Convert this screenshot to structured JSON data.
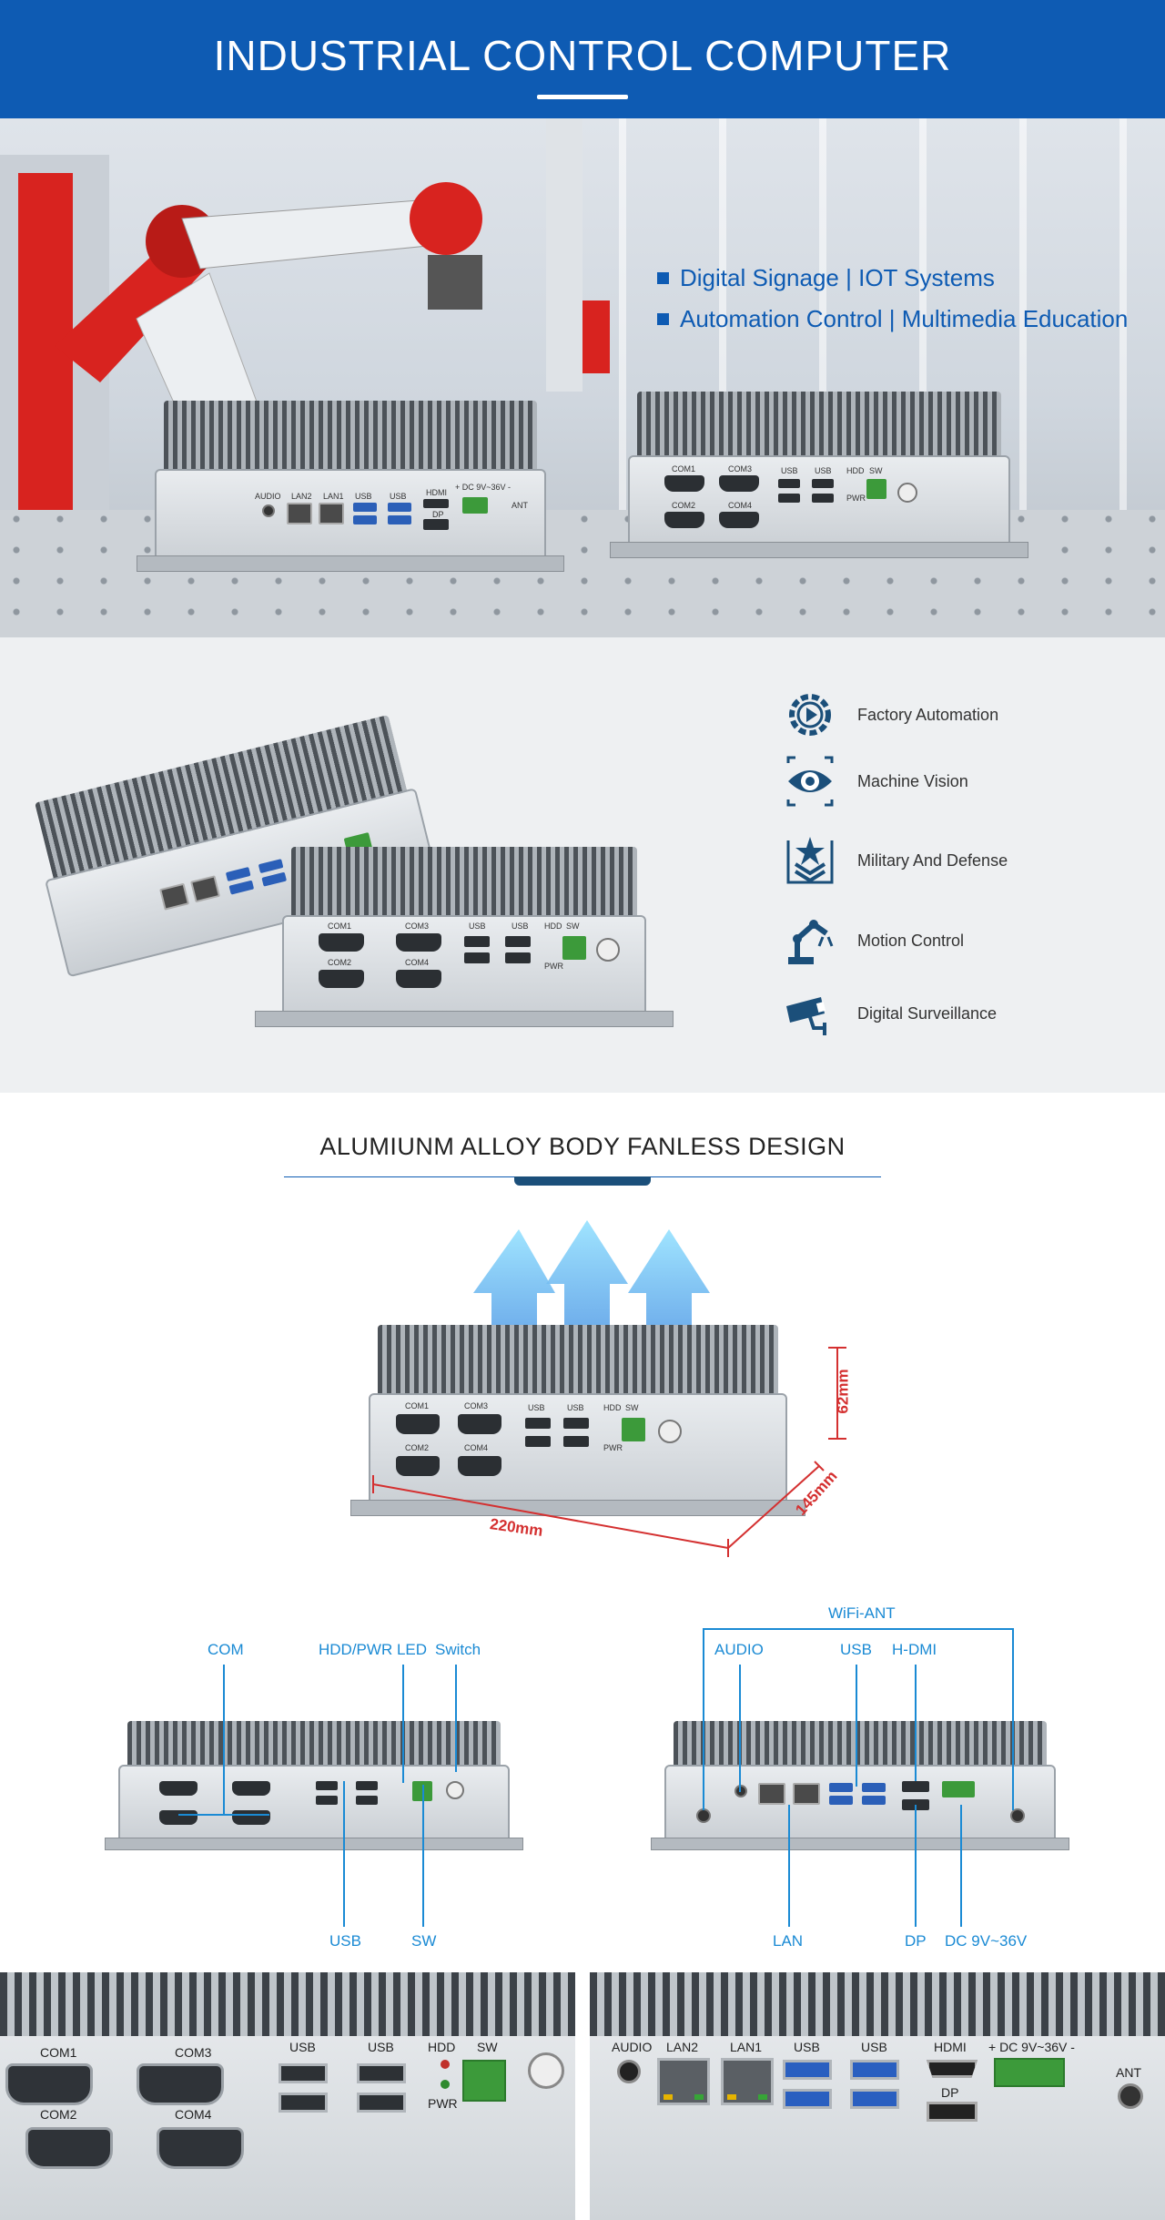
{
  "header": {
    "title": "INDUSTRIAL CONTROL COMPUTER"
  },
  "hero": {
    "features": [
      "Digital Signage | IOT Systems",
      "Automation Control | Multimedia Education"
    ],
    "front_device_labels": {
      "audio": "AUDIO",
      "lan2": "LAN2",
      "lan1": "LAN1",
      "usb_a": "USB",
      "usb_b": "USB",
      "hdmi": "HDMI",
      "dp": "DP",
      "dc": "+ DC  9V~36V  -",
      "ant": "ANT"
    },
    "rear_device_labels": {
      "com1": "COM1",
      "com2": "COM2",
      "com3": "COM3",
      "com4": "COM4",
      "usb_a": "USB",
      "usb_b": "USB",
      "hdd": "HDD",
      "pwr": "PWR",
      "sw": "SW"
    }
  },
  "applications": [
    {
      "label": "Factory Automation",
      "icon": "gear-play-icon"
    },
    {
      "label": "Machine Vision",
      "icon": "eye-icon"
    },
    {
      "label": "Military And Defense",
      "icon": "military-badge-icon"
    },
    {
      "label": "Motion Control",
      "icon": "robot-arm-icon"
    },
    {
      "label": "Digital Surveillance",
      "icon": "cctv-camera-icon"
    }
  ],
  "design": {
    "title": "ALUMIUNM ALLOY BODY FANLESS DESIGN",
    "dim_width": "220mm",
    "dim_depth": "145mm",
    "dim_height": "62mm"
  },
  "callouts_left": {
    "com": "COM",
    "hdd_pwr": "HDD/PWR LED",
    "switch": "Switch",
    "usb": "USB",
    "sw": "SW"
  },
  "callouts_right": {
    "wifi": "WiFi-ANT",
    "audio": "AUDIO",
    "usb": "USB",
    "hdmi": "H-DMI",
    "lan": "LAN",
    "dp": "DP",
    "dc": "DC 9V~36V"
  },
  "closeup_left": {
    "com1": "COM1",
    "com2": "COM2",
    "com3": "COM3",
    "com4": "COM4",
    "usb_a": "USB",
    "usb_b": "USB",
    "hdd": "HDD",
    "pwr": "PWR",
    "sw": "SW"
  },
  "closeup_right": {
    "audio": "AUDIO",
    "lan2": "LAN2",
    "lan1": "LAN1",
    "usb_a": "USB",
    "usb_b": "USB",
    "hdmi": "HDMI",
    "dp": "DP",
    "dc": "+ DC  9V~36V  -",
    "ant": "ANT"
  },
  "colors": {
    "brand_blue": "#0e5bb3",
    "callout_blue": "#1a8ad4",
    "dimension_red": "#d43030",
    "robot_red": "#d8231f"
  }
}
